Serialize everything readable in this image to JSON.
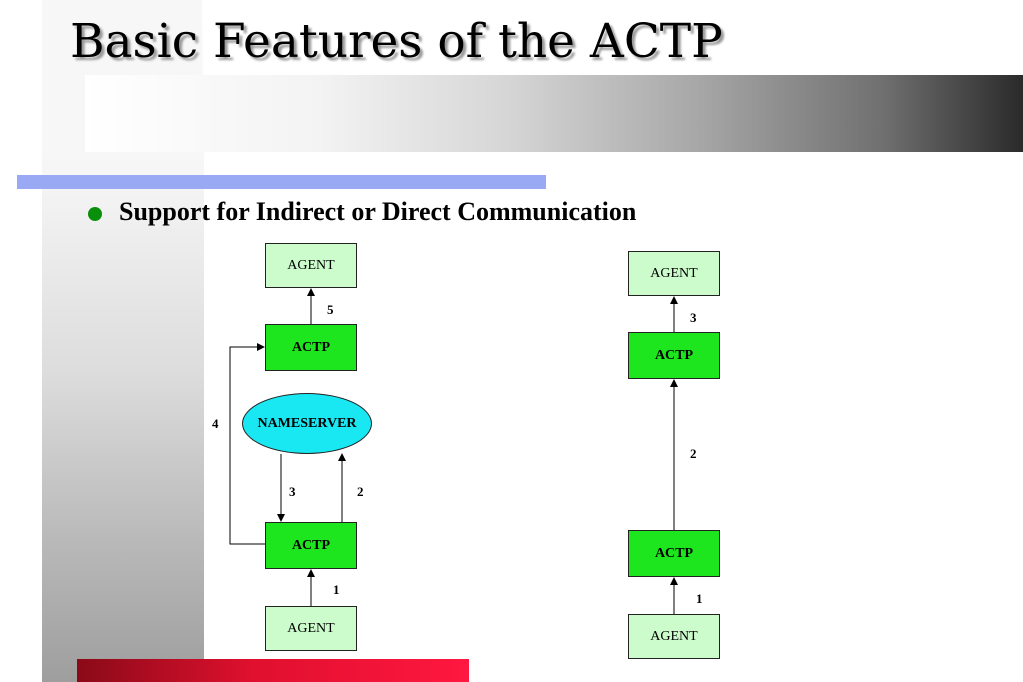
{
  "slide": {
    "title": "Basic Features of the ACTP",
    "bullet": "Support for Indirect or Direct Communication"
  },
  "colors": {
    "agent_fill": "#ccfccc",
    "actp_fill": "#1ee61e",
    "nameserver_fill": "#19e8f3",
    "bullet": "#0a8f0a",
    "rule": "#9aa9f3"
  },
  "indirect": {
    "agent_top": "AGENT",
    "actp_top": "ACTP",
    "nameserver": "NAMESERVER",
    "actp_bottom": "ACTP",
    "agent_bottom": "AGENT",
    "step1": "1",
    "step2": "2",
    "step3": "3",
    "step4": "4",
    "step5": "5"
  },
  "direct": {
    "agent_top": "AGENT",
    "actp_top": "ACTP",
    "actp_bottom": "ACTP",
    "agent_bottom": "AGENT",
    "step1": "1",
    "step2": "2",
    "step3": "3"
  }
}
